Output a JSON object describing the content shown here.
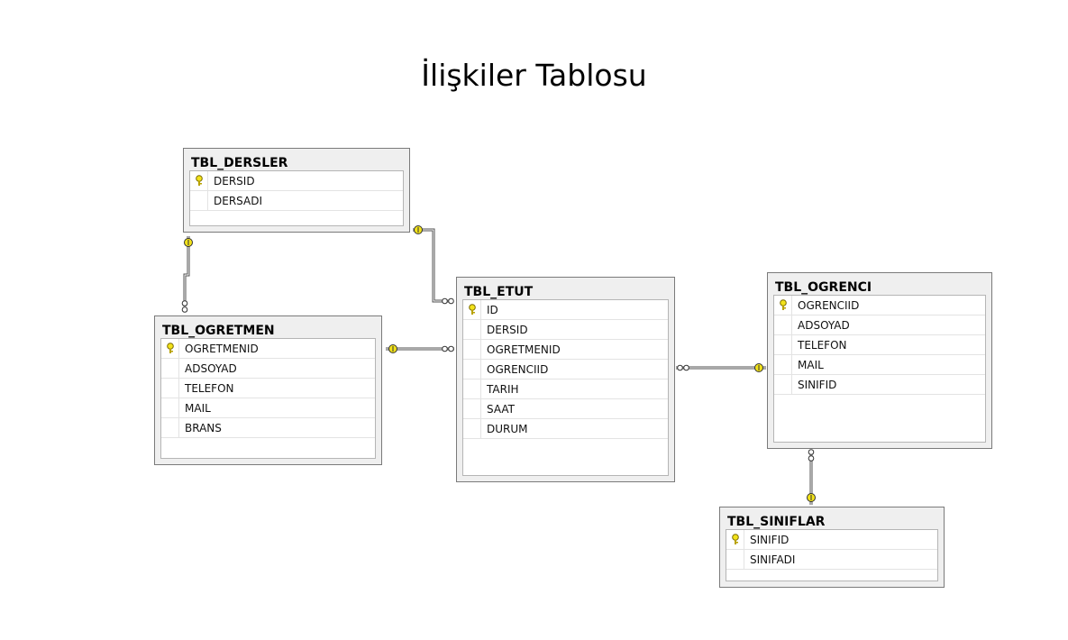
{
  "title": "İlişkiler Tablosu",
  "tables": {
    "dersler": {
      "name": "TBL_DERSLER",
      "columns": [
        "DERSID",
        "DERSADI"
      ]
    },
    "ogretmen": {
      "name": "TBL_OGRETMEN",
      "columns": [
        "OGRETMENID",
        "ADSOYAD",
        "TELEFON",
        "MAIL",
        "BRANS"
      ]
    },
    "etut": {
      "name": "TBL_ETUT",
      "columns": [
        "ID",
        "DERSID",
        "OGRETMENID",
        "OGRENCIID",
        "TARIH",
        "SAAT",
        "DURUM"
      ]
    },
    "ogrenci": {
      "name": "TBL_OGRENCI",
      "columns": [
        "OGRENCIID",
        "ADSOYAD",
        "TELEFON",
        "MAIL",
        "SINIFID"
      ]
    },
    "siniflar": {
      "name": "TBL_SINIFLAR",
      "columns": [
        "SINIFID",
        "SINIFADI"
      ]
    }
  },
  "colors": {
    "key": "#f2e21a",
    "border": "#7a7a7a",
    "header_bg": "#efefef",
    "line": "#505050"
  }
}
